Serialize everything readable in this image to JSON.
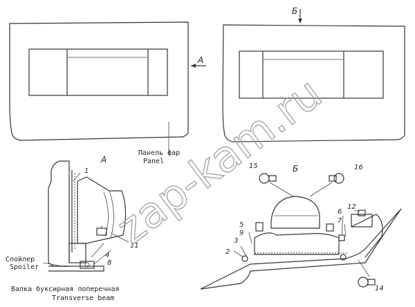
{
  "views": {
    "arrow_a": "А",
    "arrow_b": "Б",
    "detail_a": "А",
    "detail_b": "Б"
  },
  "labels": {
    "panel_ru": "Панель фар",
    "panel_en": "Panel",
    "spoiler_ru": "Спойлер",
    "spoiler_en": "Spoiler",
    "beam_ru": "Валка буксирная поперечная",
    "beam_en": "Transverse beam"
  },
  "callouts": [
    "1",
    "4",
    "8",
    "11",
    "2",
    "3",
    "5",
    "9",
    "6",
    "7",
    "12",
    "14",
    "15",
    "16"
  ],
  "watermark": "zap-kam.ru"
}
